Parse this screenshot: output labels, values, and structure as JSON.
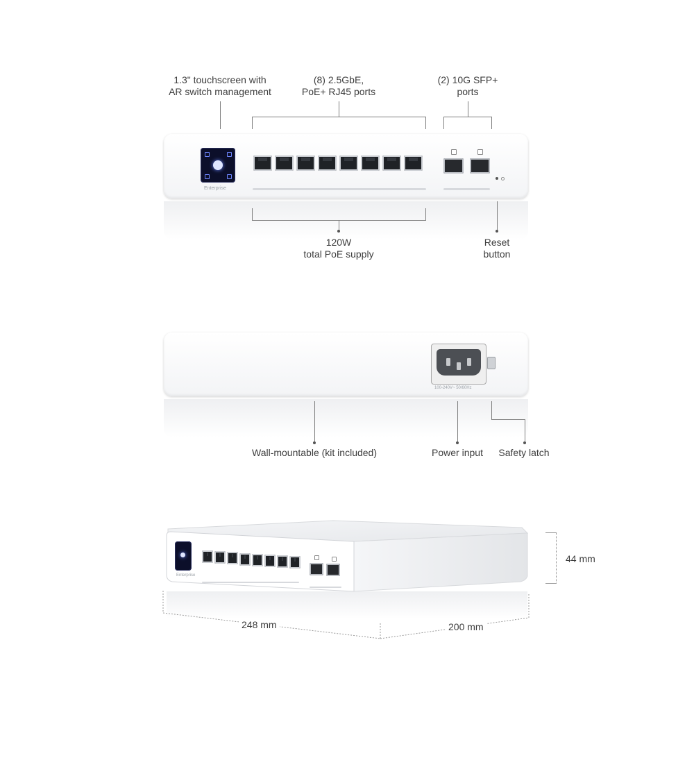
{
  "front_view": {
    "callouts": {
      "touchscreen": [
        "1.3\" touchscreen with",
        "AR switch management"
      ],
      "rj45_ports": [
        "(8) 2.5GbE,",
        "PoE+ RJ45 ports"
      ],
      "sfp_ports": [
        "(2) 10G SFP+",
        "ports"
      ],
      "poe_supply": [
        "120W",
        "total PoE supply"
      ],
      "reset_button": [
        "Reset",
        "button"
      ]
    },
    "rj45_count": 8,
    "sfp_count": 2
  },
  "back_view": {
    "callouts": {
      "wall_mount": "Wall-mountable (kit included)",
      "power_input": "Power input",
      "safety_latch": "Safety latch"
    }
  },
  "dimensions": {
    "height": "44 mm",
    "width": "248 mm",
    "depth": "200 mm"
  },
  "colors": {
    "device": "#ffffff",
    "screen": "#0c0f2a",
    "port": "#1f2226",
    "callout_line": "#7d7d7d"
  },
  "icons": [
    "touchscreen-icon",
    "rj45-port-icon",
    "sfp-port-icon",
    "power-socket-icon",
    "safety-latch-icon"
  ]
}
